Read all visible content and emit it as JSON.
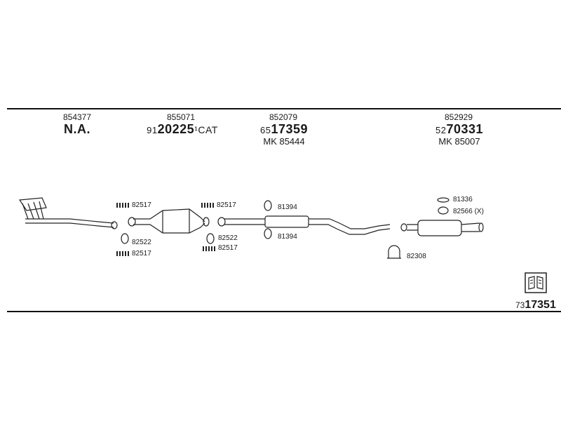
{
  "sections": [
    {
      "ref": "854377",
      "main": "N.A."
    },
    {
      "ref": "855071",
      "prefix": "91",
      "number": "20225",
      "suffix": "¹CAT"
    },
    {
      "ref": "852079",
      "prefix": "65",
      "number": "17359",
      "mk": "MK  85444"
    },
    {
      "ref": "852929",
      "prefix": "52",
      "number": "70331",
      "mk": "MK  85007"
    }
  ],
  "parts": {
    "clamp_a1": "82517",
    "gasket_a": "82522",
    "clamp_a2": "82517",
    "clamp_b1": "82517",
    "gasket_b": "82522",
    "clamp_b2": "82517",
    "mount_c1": "81394",
    "mount_c2": "81394",
    "mount_d1": "81336",
    "mount_d2": "82566 (X)",
    "clamp_d": "82308"
  },
  "catalog": {
    "prefix": "73",
    "number": "17351"
  }
}
